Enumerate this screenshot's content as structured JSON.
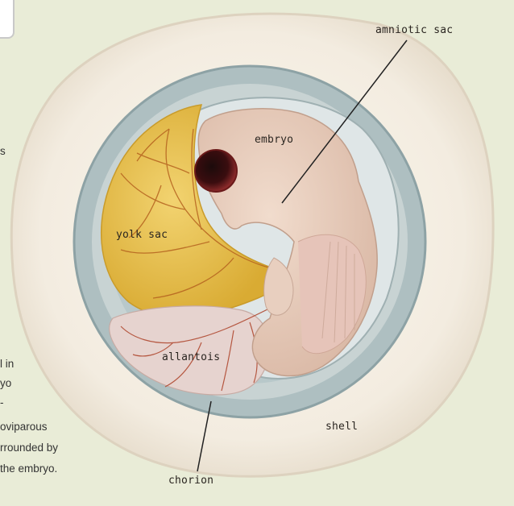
{
  "labels": {
    "amniotic_sac": "amniotic sac",
    "embryo": "embryo",
    "yolk_sac": "yolk sac",
    "allantois": "allantois",
    "shell": "shell",
    "chorion": "chorion"
  },
  "side_text": {
    "fragment_1": "s",
    "fragment_2": "l in",
    "fragment_3": "yo",
    "fragment_4": "-",
    "fragment_5": "oviparous",
    "fragment_6": "rrounded by",
    "fragment_7": "the embryo."
  },
  "colors": {
    "background": "#e9ecd7",
    "shell": "#f4eee3",
    "yolk": "#e7c04a",
    "embryo": "#e9cdbb",
    "eye": "#5b1113",
    "chorion": "#9fb3b6"
  }
}
